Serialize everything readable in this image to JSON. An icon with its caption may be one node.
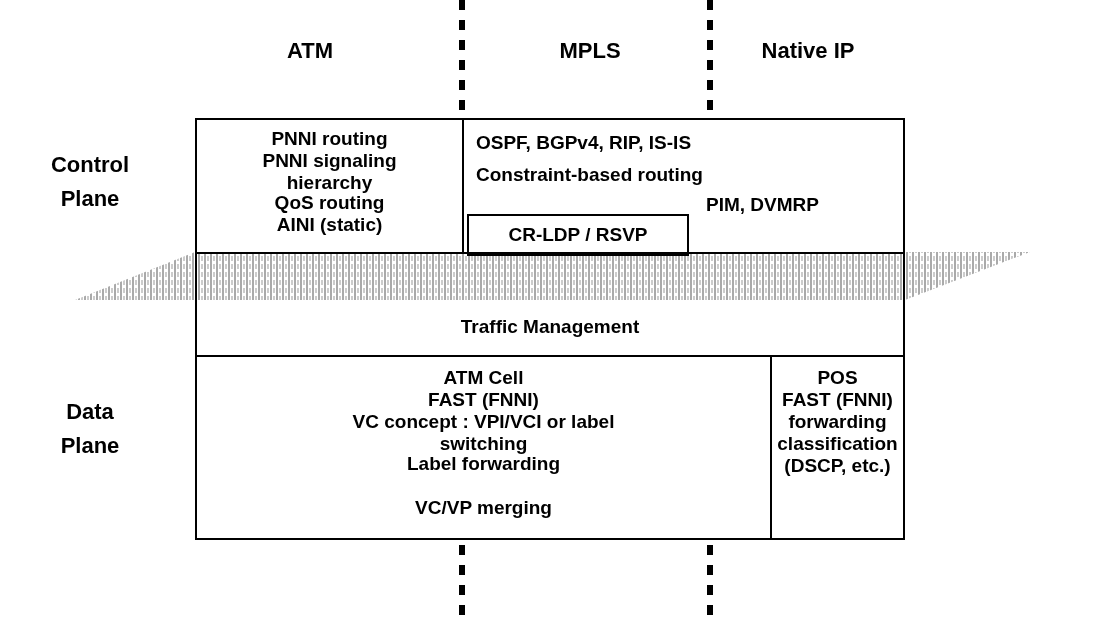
{
  "diagram": {
    "nodes": [
      {
        "text": [
          "PNNI routing",
          "PNNI signaling hierarchy",
          "QoS routing",
          "AINI (static)"
        ]
      },
      {
        "text": [
          "OSPF, BGPv4, RIP, IS-IS",
          "Constraint-based routing",
          "PIM, DVMRP"
        ]
      },
      {
        "text": [
          "CR-LDP / RSVP"
        ],
        "in": 1
      },
      {
        "text": [
          "Traffic Management"
        ]
      },
      {
        "text": [
          "ATM Cell",
          "FAST (FNNI)",
          "VC concept : VPI/VCI or label switching",
          "Label forwarding",
          "VC/VP merging"
        ]
      },
      {
        "text": [
          "POS",
          "FAST (FNNI)",
          "forwarding classification (DSCP, etc.)"
        ]
      }
    ],
    "edges": [],
    "labels": [
      "ATM",
      "MPLS",
      "Native IP",
      "Control Plane",
      "Data Plane"
    ]
  }
}
